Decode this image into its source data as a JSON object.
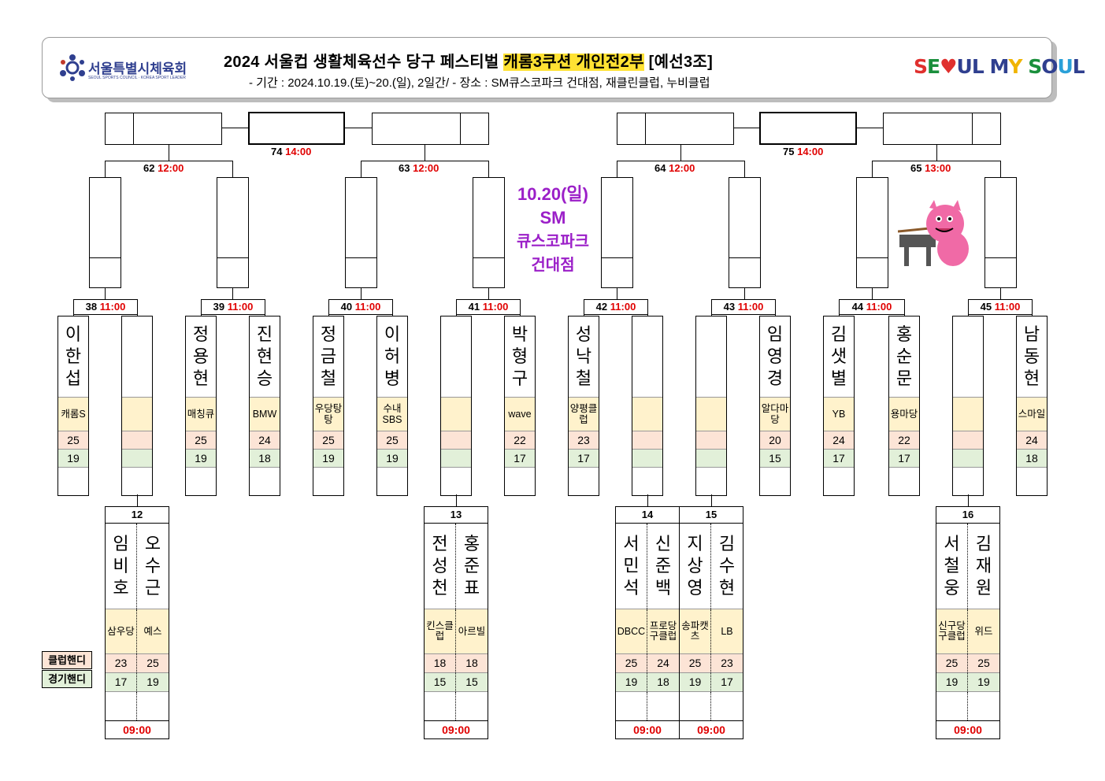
{
  "header": {
    "title_pre": "2024 서울컵 생활체육선수 당구 페스티벌 ",
    "title_highlight": "캐롬3쿠션 개인전2부",
    "title_post": " [예선3조]",
    "subtitle": "- 기간 : 2024.10.19.(토)~20.(일), 2일간/ - 장소 : SM큐스코파크 건대점, 재클린클럽, 누비클럽",
    "logo_left_ko": "서울특별시체육회",
    "logo_left_en": "SEOUL SPORTS COUNCIL · KOREA SPORT LEADER",
    "logo_right": "SEOUL MY SOUL"
  },
  "center_info": {
    "date": "10.20(일)",
    "venue1": "SM",
    "venue2": "큐스코파크",
    "venue3": "건대점"
  },
  "finals": [
    {
      "num": "74",
      "time": "14:00"
    },
    {
      "num": "75",
      "time": "14:00"
    }
  ],
  "round3": [
    {
      "num": "62",
      "time": "12:00"
    },
    {
      "num": "63",
      "time": "12:00"
    },
    {
      "num": "64",
      "time": "12:00"
    },
    {
      "num": "65",
      "time": "13:00"
    }
  ],
  "round2": [
    {
      "num": "38",
      "time": "11:00"
    },
    {
      "num": "39",
      "time": "11:00"
    },
    {
      "num": "40",
      "time": "11:00"
    },
    {
      "num": "41",
      "time": "11:00"
    },
    {
      "num": "42",
      "time": "11:00"
    },
    {
      "num": "43",
      "time": "11:00"
    },
    {
      "num": "44",
      "time": "11:00"
    },
    {
      "num": "45",
      "time": "11:00"
    }
  ],
  "players": [
    {
      "name": "이한섭",
      "club": "캐롬S",
      "club_h": "25",
      "game_h": "19"
    },
    {
      "name": "",
      "club": "",
      "club_h": "",
      "game_h": ""
    },
    {
      "name": "정용현",
      "club": "매칭큐",
      "club_h": "25",
      "game_h": "19"
    },
    {
      "name": "진현승",
      "club": "BMW",
      "club_h": "24",
      "game_h": "18"
    },
    {
      "name": "정금철",
      "club": "우당탕탕",
      "club_h": "25",
      "game_h": "19"
    },
    {
      "name": "이허병",
      "club": "수내SBS",
      "club_h": "25",
      "game_h": "19"
    },
    {
      "name": "",
      "club": "",
      "club_h": "",
      "game_h": ""
    },
    {
      "name": "박형구",
      "club": "wave",
      "club_h": "22",
      "game_h": "17"
    },
    {
      "name": "성낙철",
      "club": "양평클럽",
      "club_h": "23",
      "game_h": "17"
    },
    {
      "name": "",
      "club": "",
      "club_h": "",
      "game_h": ""
    },
    {
      "name": "",
      "club": "",
      "club_h": "",
      "game_h": ""
    },
    {
      "name": "임영경",
      "club": "알다마당",
      "club_h": "20",
      "game_h": "15"
    },
    {
      "name": "김샛별",
      "club": "YB",
      "club_h": "24",
      "game_h": "17"
    },
    {
      "name": "홍순문",
      "club": "용마당",
      "club_h": "22",
      "game_h": "17"
    },
    {
      "name": "",
      "club": "",
      "club_h": "",
      "game_h": ""
    },
    {
      "name": "남동현",
      "club": "스마일",
      "club_h": "24",
      "game_h": "18"
    }
  ],
  "prelims": [
    {
      "num": "12",
      "time": "09:00",
      "a": {
        "name": "임비호",
        "club": "삼우당",
        "club_h": "23",
        "game_h": "17"
      },
      "b": {
        "name": "오수근",
        "club": "예스",
        "club_h": "25",
        "game_h": "19"
      }
    },
    {
      "num": "13",
      "time": "09:00",
      "a": {
        "name": "전성천",
        "club": "킨스클럽",
        "club_h": "18",
        "game_h": "15"
      },
      "b": {
        "name": "홍준표",
        "club": "아르빌",
        "club_h": "18",
        "game_h": "15"
      }
    },
    {
      "num": "14",
      "time": "09:00",
      "a": {
        "name": "서민석",
        "club": "DBCC",
        "club_h": "25",
        "game_h": "19"
      },
      "b": {
        "name": "신준백",
        "club": "프로당구클럽",
        "club_h": "24",
        "game_h": "18"
      }
    },
    {
      "num": "15",
      "time": "09:00",
      "a": {
        "name": "지상영",
        "club": "송파캣츠",
        "club_h": "25",
        "game_h": "19"
      },
      "b": {
        "name": "김수현",
        "club": "LB",
        "club_h": "23",
        "game_h": "17"
      }
    },
    {
      "num": "16",
      "time": "09:00",
      "a": {
        "name": "서철웅",
        "club": "신구당구클럽",
        "club_h": "25",
        "game_h": "19"
      },
      "b": {
        "name": "김재원",
        "club": "위드",
        "club_h": "25",
        "game_h": "19"
      }
    }
  ],
  "legend": {
    "club_handicap": "클럽핸디",
    "game_handicap": "경기핸디"
  },
  "colors": {
    "time_red": "#e00000",
    "highlight": "#ffe233",
    "purple": "#9b1fc8",
    "club_bg": "#fff2cc",
    "club_h_bg": "#fce4d6",
    "game_h_bg": "#e2f0d9"
  }
}
